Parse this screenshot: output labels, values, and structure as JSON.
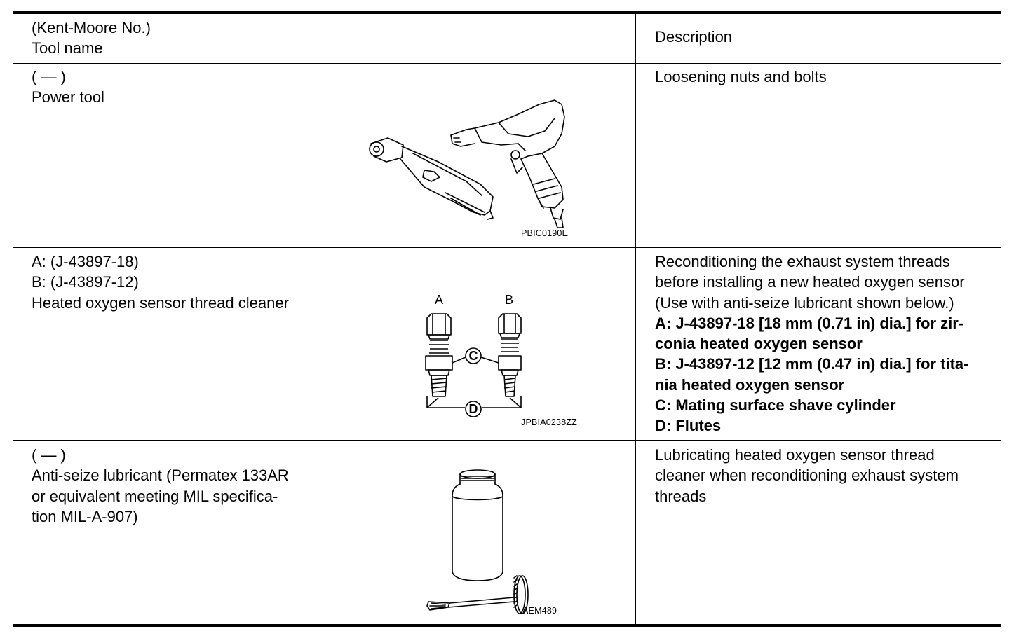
{
  "table": {
    "header": {
      "tool_line1": "(Kent-Moore No.)",
      "tool_line2": "Tool name",
      "description": "Description"
    },
    "rows": [
      {
        "tool_lines": [
          "(   —   )",
          "Power tool"
        ],
        "figure_code": "PBIC0190E",
        "description_lines": [
          "Loosening nuts and bolts"
        ]
      },
      {
        "tool_lines": [
          "A: (J-43897-18)",
          "B: (J-43897-12)",
          "Heated oxygen sensor thread cleaner"
        ],
        "figure_code": "JPBIA0238ZZ",
        "figure_labels": {
          "a": "A",
          "b": "B",
          "c": "C",
          "d": "D"
        },
        "description_lines": [
          "Reconditioning the exhaust system threads",
          "before installing a new heated oxygen sensor",
          "(Use with anti-seize lubricant shown below.)"
        ],
        "description_bold_lines": [
          "A: J-43897-18 [18 mm (0.71 in) dia.] for zir-",
          "conia heated oxygen sensor",
          "B: J-43897-12 [12 mm (0.47 in) dia.] for tita-",
          "nia heated oxygen sensor",
          "C: Mating surface shave cylinder",
          "D: Flutes"
        ]
      },
      {
        "tool_lines": [
          "(   —   )",
          "Anti-seize lubricant (Permatex 133AR",
          "or equivalent meeting MIL specifica-",
          "tion MIL-A-907)"
        ],
        "figure_code": "AEM489",
        "description_lines": [
          "Lubricating heated oxygen sensor thread",
          "cleaner when reconditioning exhaust system",
          "threads"
        ]
      }
    ]
  }
}
